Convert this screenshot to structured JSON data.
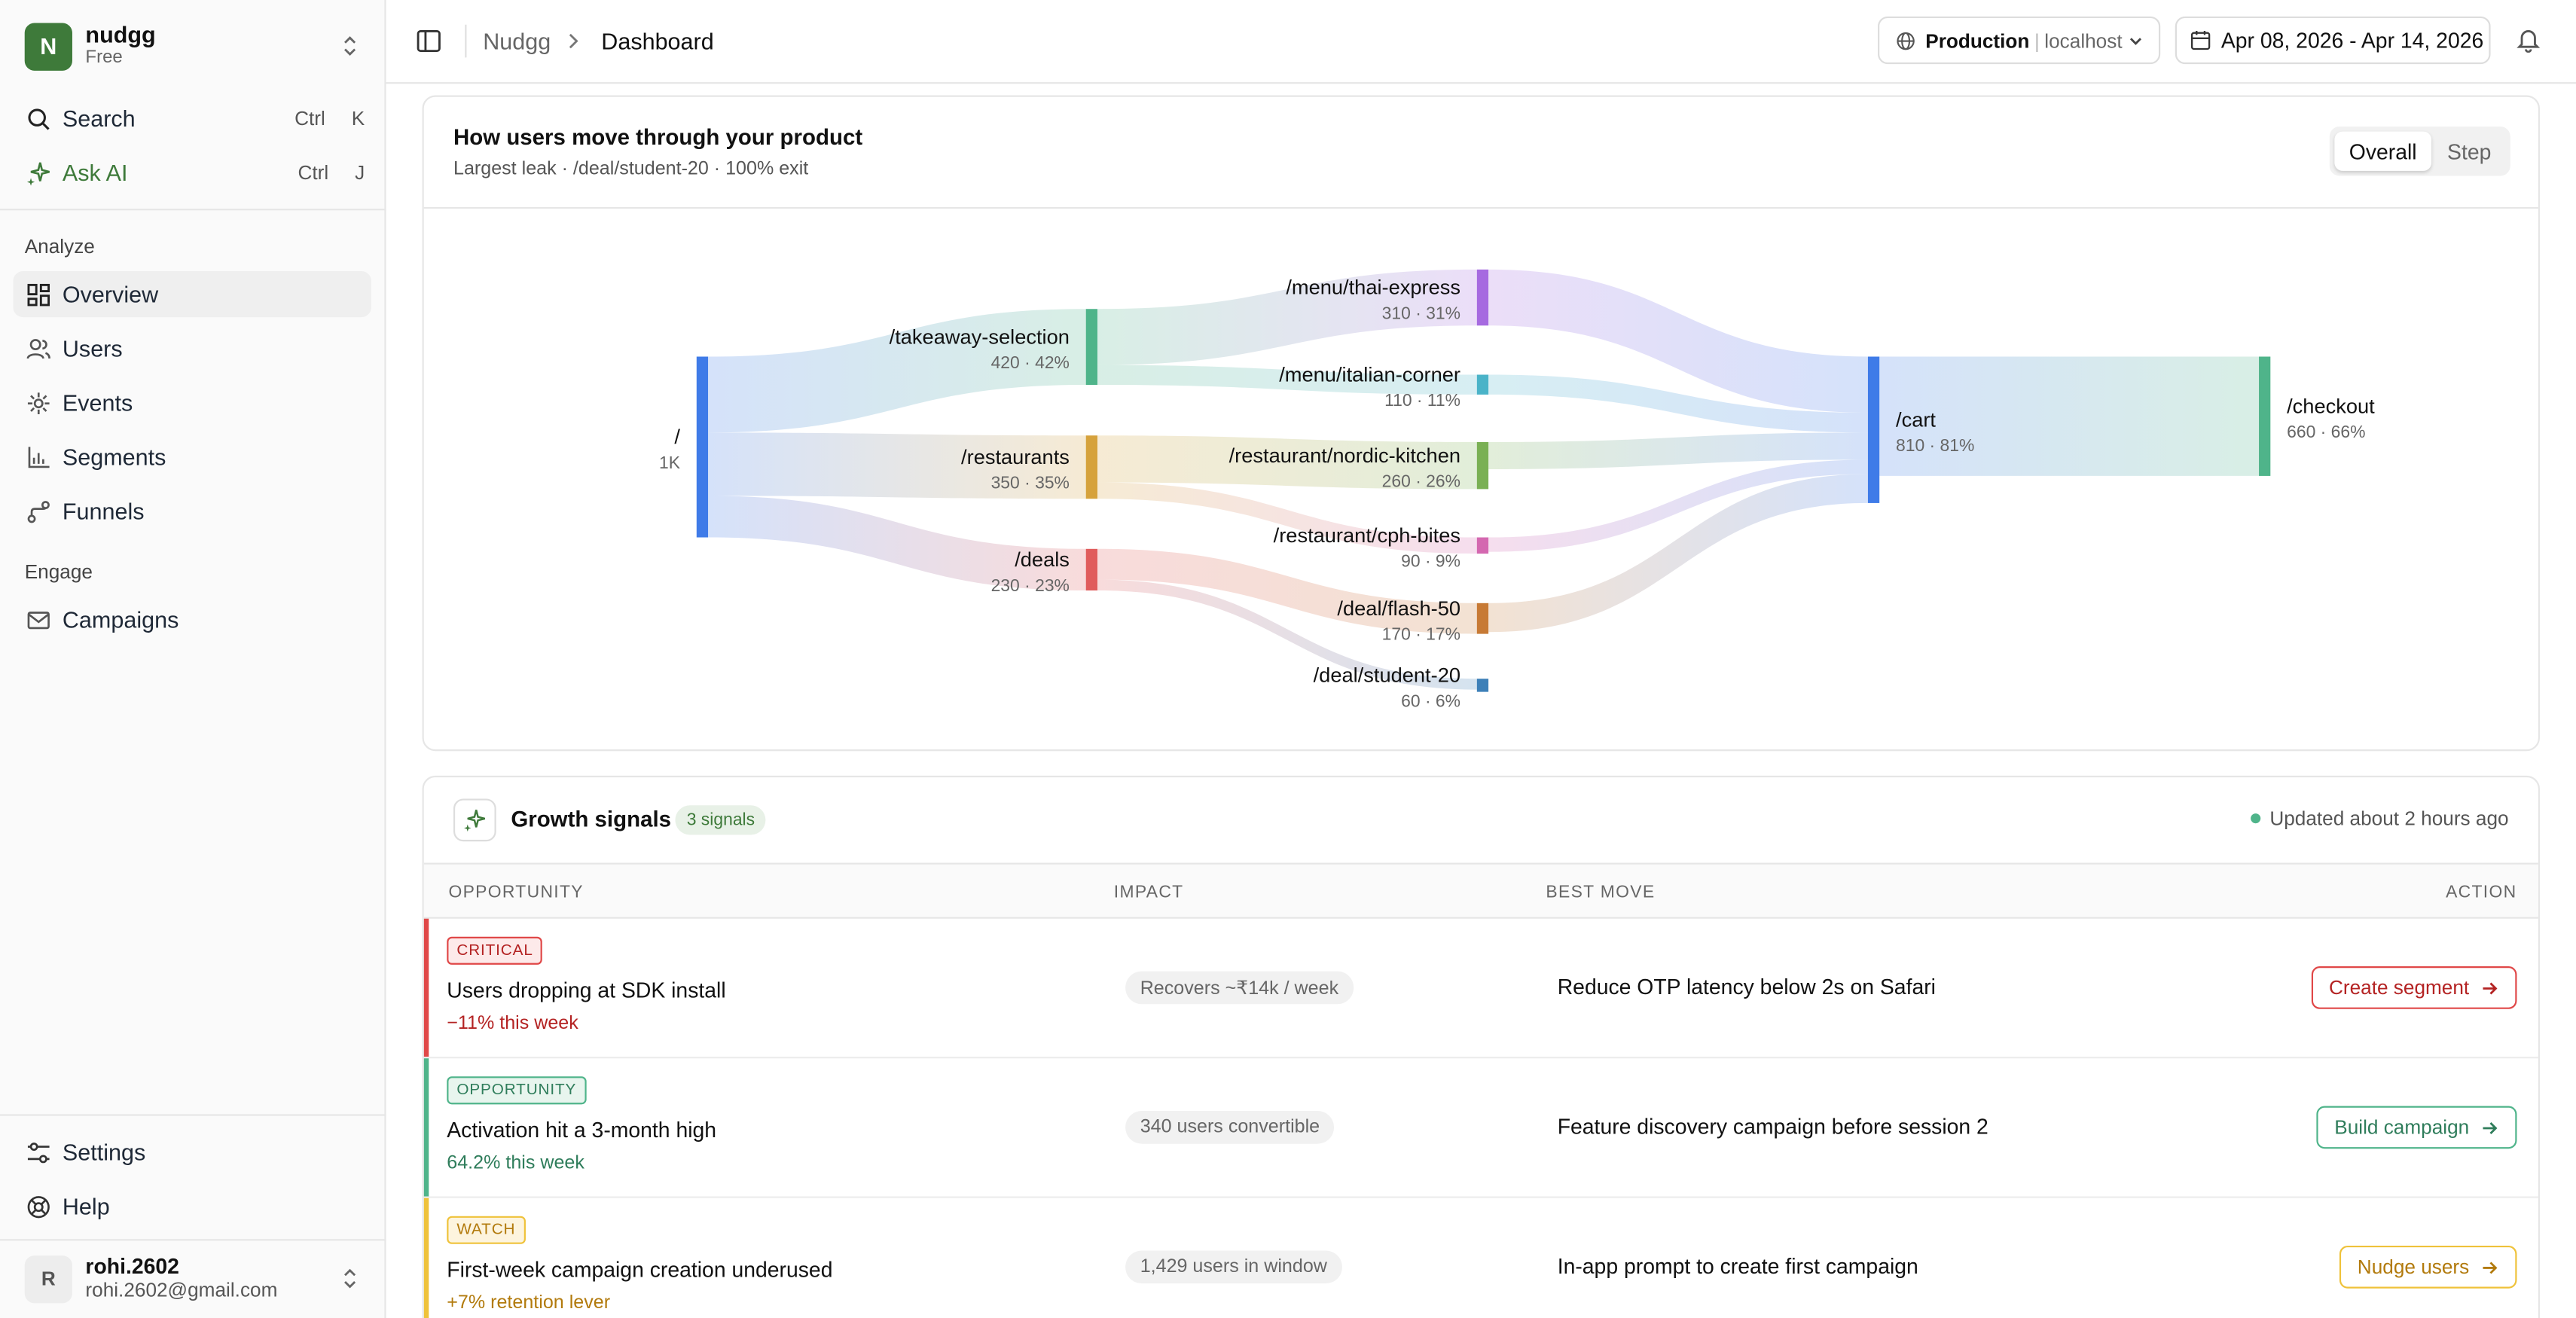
{
  "workspace": {
    "initial": "N",
    "name": "nudgg",
    "plan": "Free"
  },
  "sidebar": {
    "search": {
      "label": "Search",
      "kbd1": "Ctrl",
      "kbd2": "K"
    },
    "ask_ai": {
      "label": "Ask AI",
      "kbd1": "Ctrl",
      "kbd2": "J"
    },
    "section_analyze": "Analyze",
    "items": [
      {
        "label": "Overview",
        "icon": "grid-icon"
      },
      {
        "label": "Users",
        "icon": "users-icon"
      },
      {
        "label": "Events",
        "icon": "events-icon"
      },
      {
        "label": "Segments",
        "icon": "bar-chart-icon"
      },
      {
        "label": "Funnels",
        "icon": "funnel-icon"
      }
    ],
    "section_engage": "Engage",
    "engage_items": [
      {
        "label": "Campaigns",
        "icon": "mail-icon"
      }
    ],
    "settings": "Settings",
    "help": "Help",
    "user": {
      "initial": "R",
      "name": "rohi.2602",
      "email": "rohi.2602@gmail.com"
    }
  },
  "topbar": {
    "breadcrumb": [
      "Nudgg",
      "Dashboard"
    ],
    "env_name": "Production",
    "env_sep": "|",
    "env_host": "localhost",
    "date_range": "Apr 08, 2026 - Apr 14, 2026"
  },
  "flow": {
    "title": "How users move through your product",
    "subtitle": "Largest leak · /deal/student-20 · 100% exit",
    "toggle": [
      "Overall",
      "Step"
    ],
    "active_toggle": "Overall"
  },
  "chart_data": {
    "type": "sankey",
    "nodes": [
      {
        "id": "root",
        "name": "/",
        "value_label": "1K",
        "value": 1000,
        "pct": 100,
        "color": "#3f7be8"
      },
      {
        "id": "takeaway",
        "name": "/takeaway-selection",
        "value_label": "420 · 42%",
        "value": 420,
        "pct": 42,
        "color": "#4fb48a"
      },
      {
        "id": "restaurants",
        "name": "/restaurants",
        "value_label": "350 · 35%",
        "value": 350,
        "pct": 35,
        "color": "#d6a23c"
      },
      {
        "id": "deals",
        "name": "/deals",
        "value_label": "230 · 23%",
        "value": 230,
        "pct": 23,
        "color": "#e05c5c"
      },
      {
        "id": "thai",
        "name": "/menu/thai-express",
        "value_label": "310 · 31%",
        "value": 310,
        "pct": 31,
        "color": "#a66ae0"
      },
      {
        "id": "italian",
        "name": "/menu/italian-corner",
        "value_label": "110 · 11%",
        "value": 110,
        "pct": 11,
        "color": "#4ab3c8"
      },
      {
        "id": "nordic",
        "name": "/restaurant/nordic-kitchen",
        "value_label": "260 · 26%",
        "value": 260,
        "pct": 26,
        "color": "#7ab054"
      },
      {
        "id": "cph",
        "name": "/restaurant/cph-bites",
        "value_label": "90 · 9%",
        "value": 90,
        "pct": 9,
        "color": "#d468b0"
      },
      {
        "id": "flash",
        "name": "/deal/flash-50",
        "value_label": "170 · 17%",
        "value": 170,
        "pct": 17,
        "color": "#c77a35"
      },
      {
        "id": "student",
        "name": "/deal/student-20",
        "value_label": "60 · 6%",
        "value": 60,
        "pct": 6,
        "color": "#3d80b8"
      },
      {
        "id": "cart",
        "name": "/cart",
        "value_label": "810 · 81%",
        "value": 810,
        "pct": 81,
        "color": "#3f7be8"
      },
      {
        "id": "checkout",
        "name": "/checkout",
        "value_label": "660 · 66%",
        "value": 660,
        "pct": 66,
        "color": "#4fb48a"
      }
    ],
    "links": [
      {
        "source": "root",
        "target": "takeaway",
        "value": 420
      },
      {
        "source": "root",
        "target": "restaurants",
        "value": 350
      },
      {
        "source": "root",
        "target": "deals",
        "value": 230
      },
      {
        "source": "takeaway",
        "target": "thai",
        "value": 310
      },
      {
        "source": "takeaway",
        "target": "italian",
        "value": 110
      },
      {
        "source": "restaurants",
        "target": "nordic",
        "value": 260
      },
      {
        "source": "restaurants",
        "target": "cph",
        "value": 90
      },
      {
        "source": "deals",
        "target": "flash",
        "value": 170
      },
      {
        "source": "deals",
        "target": "student",
        "value": 60
      },
      {
        "source": "thai",
        "target": "cart",
        "value": 310
      },
      {
        "source": "italian",
        "target": "cart",
        "value": 110
      },
      {
        "source": "nordic",
        "target": "cart",
        "value": 150
      },
      {
        "source": "cph",
        "target": "cart",
        "value": 80
      },
      {
        "source": "flash",
        "target": "cart",
        "value": 160
      },
      {
        "source": "cart",
        "target": "checkout",
        "value": 660
      }
    ]
  },
  "signals": {
    "title": "Growth signals",
    "count_label": "3 signals",
    "updated": "Updated about 2 hours ago",
    "columns": [
      "OPPORTUNITY",
      "IMPACT",
      "BEST MOVE",
      "ACTION"
    ],
    "rows": [
      {
        "badge": "CRITICAL",
        "title": "Users dropping at SDK install",
        "metric": "−11% this week",
        "impact": "Recovers ~₹14k / week",
        "move": "Reduce OTP latency below 2s on Safari",
        "action": "Create segment",
        "color": "#e04848",
        "dark": "#b42323",
        "tint": "#fdeaea"
      },
      {
        "badge": "OPPORTUNITY",
        "title": "Activation hit a 3-month high",
        "metric": "64.2% this week",
        "impact": "340 users convertible",
        "move": "Feature discovery campaign before session 2",
        "action": "Build campaign",
        "color": "#4fb48a",
        "dark": "#2f7d5b",
        "tint": "#e8f5ee"
      },
      {
        "badge": "WATCH",
        "title": "First-week campaign creation underused",
        "metric": "+7% retention lever",
        "impact": "1,429 users in window",
        "move": "In-app prompt to create first campaign",
        "action": "Nudge users",
        "color": "#efc23a",
        "dark": "#b27a0c",
        "tint": "#fdf4de"
      }
    ]
  }
}
